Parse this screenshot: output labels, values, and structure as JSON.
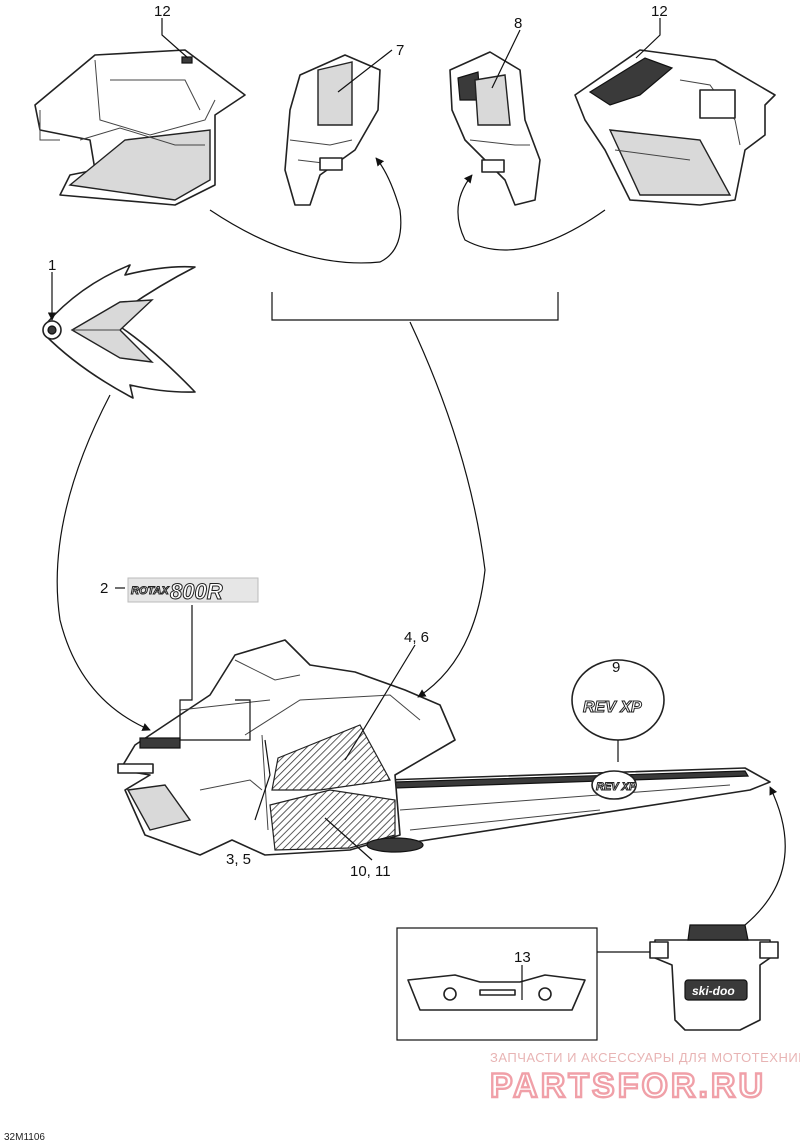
{
  "callouts": {
    "c1": "1",
    "c2": "2",
    "c3_5": "3, 5",
    "c4_6": "4, 6",
    "c7": "7",
    "c8": "8",
    "c9": "9",
    "c10_11": "10, 11",
    "c12_left": "12",
    "c12_right": "12",
    "c13": "13"
  },
  "decals": {
    "rotax_word": "ROTAX",
    "rotax_model": "800R",
    "rev_xp": "REV XP",
    "skidoo": "ski-doo"
  },
  "watermark": {
    "tagline": "ЗАПЧАСТИ И АКСЕССУАРЫ ДЛЯ МОТОТЕХНИКИ",
    "site": "PARTSFOR.RU"
  },
  "figure_code": "32M1106",
  "colors": {
    "line": "#222222",
    "watermark": "#f0a0a8"
  }
}
